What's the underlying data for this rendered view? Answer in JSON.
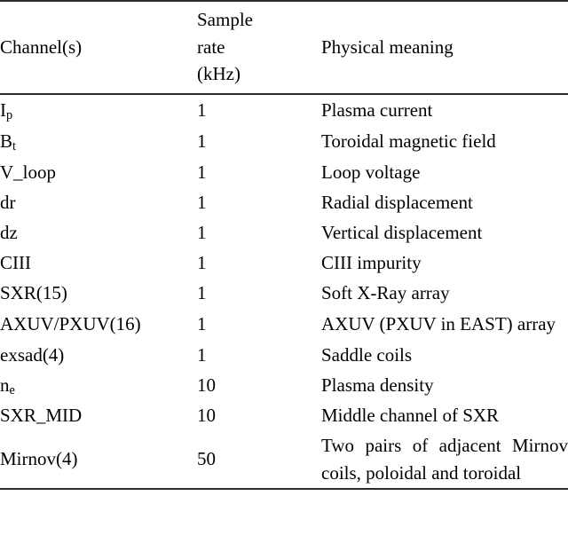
{
  "table": {
    "columns": [
      {
        "key": "channel",
        "header": "Channel(s)"
      },
      {
        "key": "rate",
        "header_lines": [
          "Sample",
          "rate",
          "(kHz)"
        ]
      },
      {
        "key": "meaning",
        "header": "Physical meaning"
      }
    ],
    "header": {
      "channel": "Channel(s)",
      "rate_line1": "Sample",
      "rate_line2": "rate",
      "rate_line3": "(kHz)",
      "meaning": "Physical meaning"
    },
    "rows": [
      {
        "channel_base": "I",
        "channel_sub": "p",
        "channel": "Ip",
        "rate": "1",
        "meaning": "Plasma current"
      },
      {
        "channel_base": "B",
        "channel_sub": "t",
        "channel": "Bt",
        "rate": "1",
        "meaning": "Toroidal magnetic field"
      },
      {
        "channel_base": "V_loop",
        "channel_sub": "",
        "channel": "V_loop",
        "rate": "1",
        "meaning": "Loop voltage"
      },
      {
        "channel_base": "dr",
        "channel_sub": "",
        "channel": "dr",
        "rate": "1",
        "meaning": "Radial displacement"
      },
      {
        "channel_base": "dz",
        "channel_sub": "",
        "channel": "dz",
        "rate": "1",
        "meaning": "Vertical displacement"
      },
      {
        "channel_base": "CIII",
        "channel_sub": "",
        "channel": "CIII",
        "rate": "1",
        "meaning": "CIII impurity"
      },
      {
        "channel_base": "SXR(15)",
        "channel_sub": "",
        "channel": "SXR(15)",
        "rate": "1",
        "meaning": "Soft X-Ray array"
      },
      {
        "channel_base": "AXUV/PXUV(16)",
        "channel_sub": "",
        "channel": "AXUV/PXUV(16)",
        "rate": "1",
        "meaning": "AXUV (PXUV in EAST) array"
      },
      {
        "channel_base": "exsad(4)",
        "channel_sub": "",
        "channel": "exsad(4)",
        "rate": "1",
        "meaning": "Saddle coils"
      },
      {
        "channel_base": "n",
        "channel_sub": "e",
        "channel": "ne",
        "rate": "10",
        "meaning": "Plasma density"
      },
      {
        "channel_base": "SXR_MID",
        "channel_sub": "",
        "channel": "SXR_MID",
        "rate": "10",
        "meaning": "Middle channel of SXR"
      },
      {
        "channel_base": "Mirnov(4)",
        "channel_sub": "",
        "channel": "Mirnov(4)",
        "rate": "50",
        "meaning": "Two pairs of adjacent Mirnov coils, poloidal and toroidal"
      }
    ]
  },
  "style": {
    "rule_color": "#2b2b2b",
    "text_color": "#000000",
    "background": "#ffffff"
  }
}
